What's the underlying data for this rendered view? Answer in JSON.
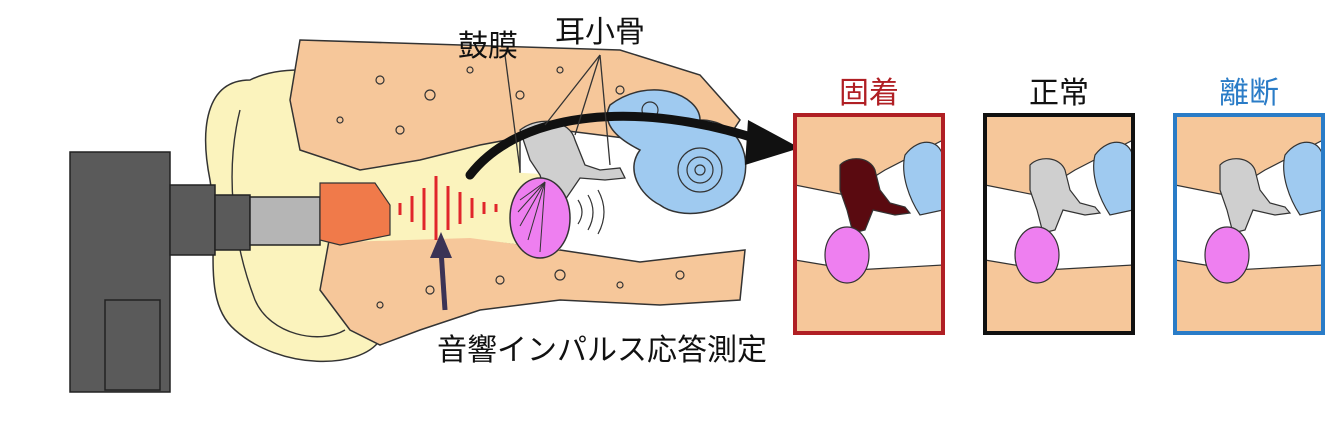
{
  "labels": {
    "eardrum": "鼓膜",
    "ossicles": "耳小骨",
    "measurement": "音響インパルス応答測定"
  },
  "panels": [
    {
      "title": "固着",
      "color": "#b01f24",
      "ossicle_fill": "#5a0a10"
    },
    {
      "title": "正常",
      "color": "#111111",
      "ossicle_fill": "#cfcfcf"
    },
    {
      "title": "離断",
      "color": "#2a7cc7",
      "ossicle_fill": "#cfcfcf"
    }
  ],
  "colors": {
    "bone": "#f6c79a",
    "outer_ear": "#fbf3bd",
    "cochlea": "#9fcaf0",
    "eardrum": "#ee7ff0",
    "probe": "#5a5a5a",
    "probe_tip": "#f07a4a",
    "signal": "#e0262b",
    "arrow": "#111111"
  }
}
